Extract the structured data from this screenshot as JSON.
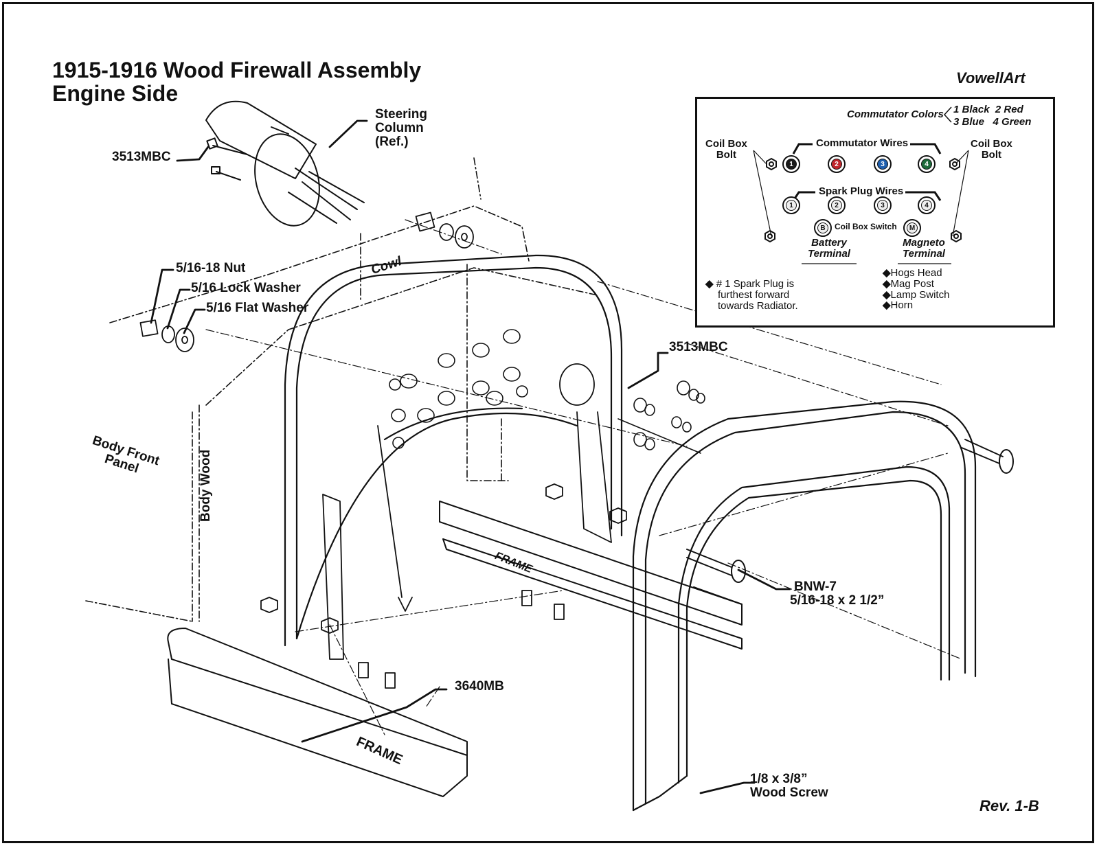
{
  "diagram": {
    "title_line1": "1915-1916 Wood Firewall Assembly",
    "title_line2": "Engine Side",
    "brand": "VowellArt",
    "revision": "Rev. 1-B"
  },
  "callouts": {
    "steering_column": [
      "Steering",
      "Column",
      "(Ref.)"
    ],
    "bolt_top_left": "3513MBC",
    "nut": "5/16-18 Nut",
    "lock_washer": "5/16 Lock Washer",
    "flat_washer": "5/16 Flat Washer",
    "cowl": "Cowl",
    "body_front_panel": [
      "Body Front",
      "Panel"
    ],
    "body_wood": "Body Wood",
    "bolt_right": "3513MBC",
    "bnw": [
      "BNW-7",
      "5/16-18 x 2 1/2”"
    ],
    "bracket": "3640MB",
    "frame_front": "FRAME",
    "frame_rear": "FRAME",
    "wood_screw": [
      "1/8 x 3/8”",
      "Wood Screw"
    ]
  },
  "legend": {
    "commutator_colors_label": "Commutator Colors",
    "colors_row1": [
      "1 Black",
      "2 Red"
    ],
    "colors_row2": [
      "3 Blue",
      "4 Green"
    ],
    "coil_box_bolt_left": [
      "Coil Box",
      "Bolt"
    ],
    "coil_box_bolt_right": [
      "Coil Box",
      "Bolt"
    ],
    "commutator_wires_label": "Commutator Wires",
    "commutator_terminals": [
      {
        "num": "1",
        "color": "#1a1a1a"
      },
      {
        "num": "2",
        "color": "#c0272d"
      },
      {
        "num": "3",
        "color": "#1f5fae"
      },
      {
        "num": "4",
        "color": "#1d6b3a"
      }
    ],
    "spark_plug_wires_label": "Spark Plug Wires",
    "spark_plug_terminals": [
      "1",
      "2",
      "3",
      "4"
    ],
    "coil_box_switch_label": "Coil Box Switch",
    "battery_letter": "B",
    "magneto_letter": "M",
    "battery_terminal": [
      "Battery",
      "Terminal"
    ],
    "magneto_terminal": [
      "Magneto",
      "Terminal"
    ],
    "note": [
      "# 1 Spark Plug is",
      "furthest forward",
      "towards Radiator."
    ],
    "magneto_items": [
      "Hogs Head",
      "Mag Post",
      "Lamp Switch",
      "Horn"
    ]
  }
}
